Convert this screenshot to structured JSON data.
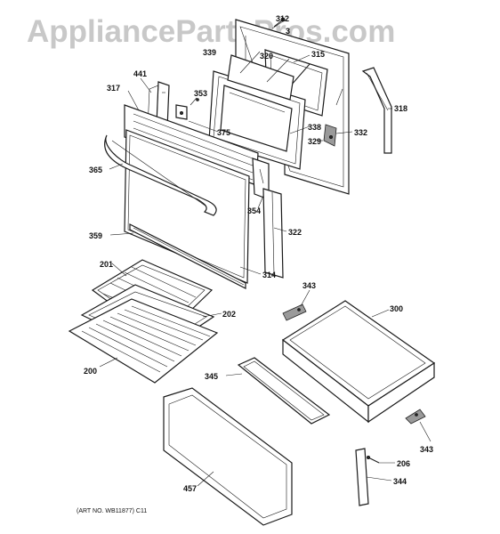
{
  "watermark": "AppliancePartsPros.com",
  "art_number": "(ART NO. WB11877) C11",
  "callouts": {
    "p312": "312",
    "p3": "3",
    "p339": "339",
    "p320": "320",
    "p315": "315",
    "p441": "441",
    "p353": "353",
    "p317": "317",
    "p318": "318",
    "p375": "375",
    "p338": "338",
    "p332": "332",
    "p329": "329",
    "p365": "365",
    "p354": "354",
    "p359": "359",
    "p322": "322",
    "p201": "201",
    "p314": "314",
    "p343a": "343",
    "p300": "300",
    "p202": "202",
    "p200": "200",
    "p345": "345",
    "p343b": "343",
    "p206": "206",
    "p457": "457",
    "p344": "344"
  }
}
